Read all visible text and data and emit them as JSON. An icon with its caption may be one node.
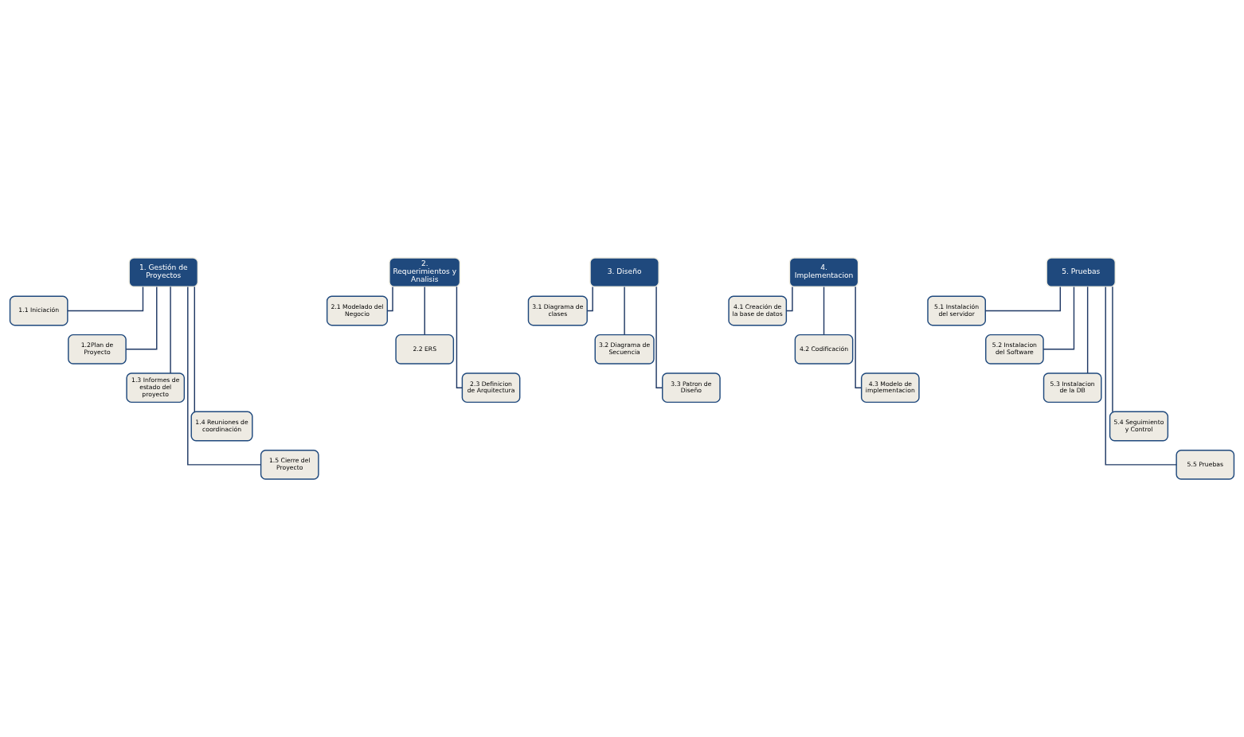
{
  "diagram": {
    "nodes": [
      {
        "text": [
          "1. Gestión de Proyectos"
        ]
      },
      {
        "text": [
          "1.1 Iniciación"
        ]
      },
      {
        "text": [
          "1.2Plan de Proyecto"
        ]
      },
      {
        "text": [
          "1.3 Informes de estado del proyecto"
        ]
      },
      {
        "text": [
          "1.4 Reuniones de coordinación"
        ]
      },
      {
        "text": [
          "1.5 Cierre del Proyecto"
        ]
      },
      {
        "text": [
          "2. Requerimientos y Analisis"
        ]
      },
      {
        "text": [
          "2.1 Modelado del Negocio"
        ]
      },
      {
        "text": [
          "2.2 ERS"
        ]
      },
      {
        "text": [
          "2.3 Definicion de Arquitectura"
        ]
      },
      {
        "text": [
          "3. Diseño"
        ]
      },
      {
        "text": [
          "3.1 Diagrama de clases"
        ]
      },
      {
        "text": [
          "3.2 Diagrama de Secuencia"
        ]
      },
      {
        "text": [
          "3.3 Patron de Diseño"
        ]
      },
      {
        "text": [
          "4. Implementacion"
        ]
      },
      {
        "text": [
          "4.1 Creación de la base de datos"
        ]
      },
      {
        "text": [
          "4.2 Codificación"
        ]
      },
      {
        "text": [
          "4.3 Modelo de implementacion"
        ]
      },
      {
        "text": [
          "5. Pruebas"
        ]
      },
      {
        "text": [
          "5.1 Instalación del servidor"
        ]
      },
      {
        "text": [
          "5.2 Instalacion del Software"
        ]
      },
      {
        "text": [
          "5.3 Instalacion de la DB"
        ]
      },
      {
        "text": [
          "5.4 Seguimiento y Control"
        ]
      },
      {
        "text": [
          "5.5 Pruebas"
        ]
      }
    ],
    "edges": [
      {
        "from": 0,
        "to": 1,
        "arrow": "none"
      },
      {
        "from": 0,
        "to": 2,
        "arrow": "none"
      },
      {
        "from": 0,
        "to": 3,
        "arrow": "none"
      },
      {
        "from": 0,
        "to": 4,
        "arrow": "none"
      },
      {
        "from": 0,
        "to": 5,
        "arrow": "none"
      },
      {
        "from": 6,
        "to": 7,
        "arrow": "none"
      },
      {
        "from": 6,
        "to": 8,
        "arrow": "none"
      },
      {
        "from": 6,
        "to": 9,
        "arrow": "none"
      },
      {
        "from": 10,
        "to": 11,
        "arrow": "none"
      },
      {
        "from": 10,
        "to": 12,
        "arrow": "none"
      },
      {
        "from": 10,
        "to": 13,
        "arrow": "none"
      },
      {
        "from": 14,
        "to": 15,
        "arrow": "none"
      },
      {
        "from": 14,
        "to": 16,
        "arrow": "none"
      },
      {
        "from": 14,
        "to": 17,
        "arrow": "none"
      },
      {
        "from": 18,
        "to": 19,
        "arrow": "none"
      },
      {
        "from": 18,
        "to": 20,
        "arrow": "none"
      },
      {
        "from": 18,
        "to": 21,
        "arrow": "none"
      },
      {
        "from": 18,
        "to": 22,
        "arrow": "none"
      },
      {
        "from": 18,
        "to": 23,
        "arrow": "none"
      }
    ]
  }
}
